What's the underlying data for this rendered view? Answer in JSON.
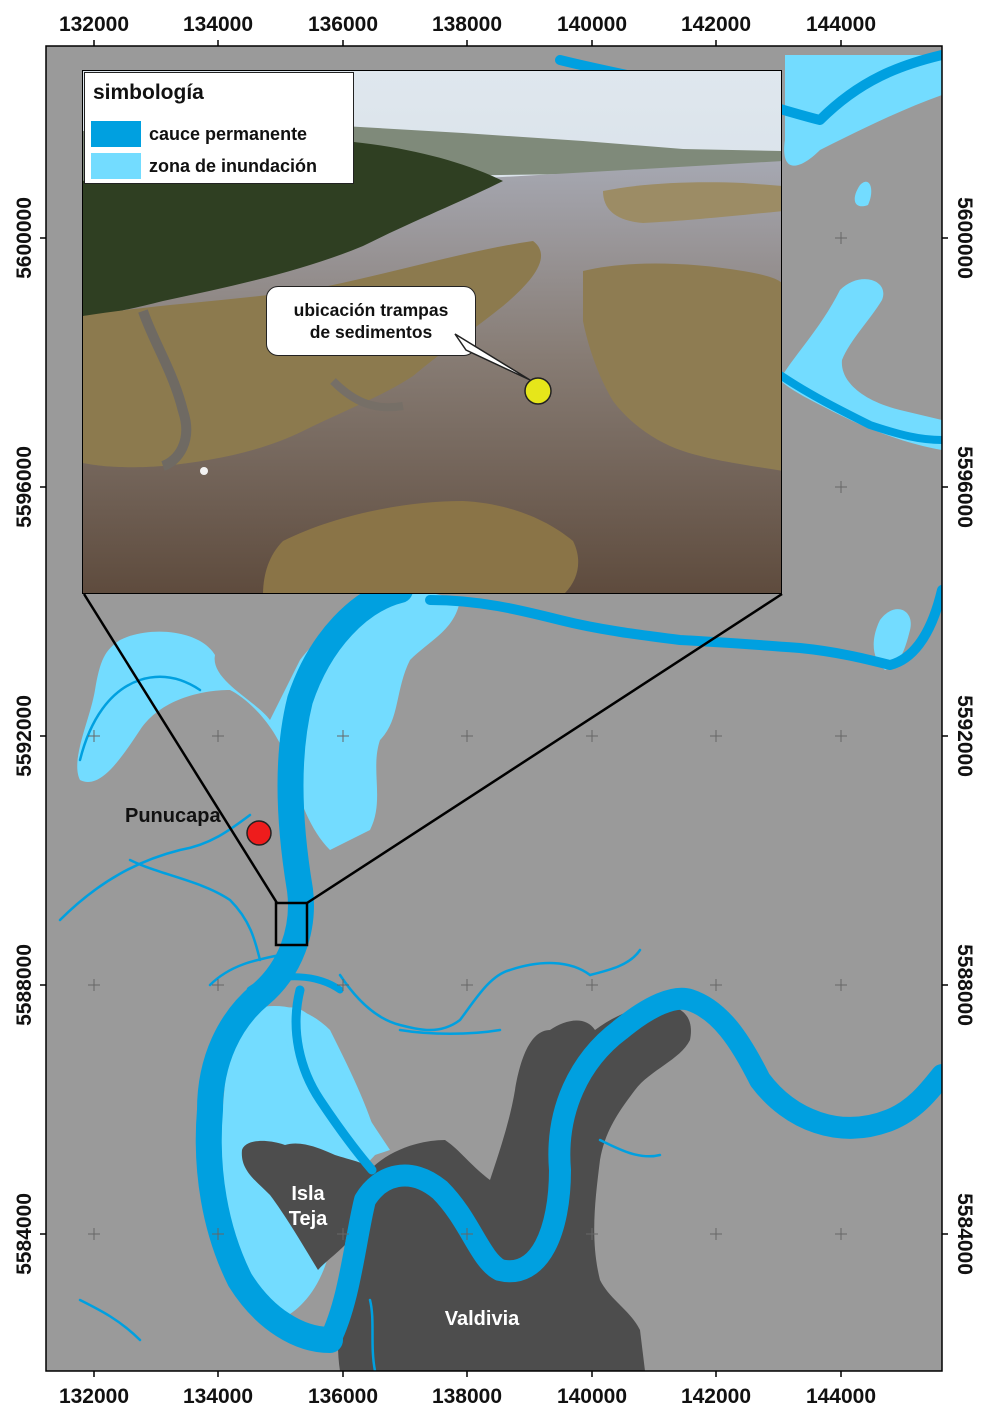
{
  "colors": {
    "background": "#9a9a9a",
    "urban": "#4d4d4d",
    "permanent_channel": "#00a0e0",
    "flood_zone": "#73dcff",
    "punucapa_marker": "#ee1c1c",
    "trap_marker": "#e6e61a"
  },
  "axes": {
    "x_ticks": [
      "132000",
      "134000",
      "136000",
      "138000",
      "140000",
      "142000",
      "144000"
    ],
    "y_ticks": [
      "5600000",
      "5596000",
      "5592000",
      "5588000",
      "5584000"
    ]
  },
  "legend": {
    "title": "simbología",
    "items": [
      {
        "label": "cauce permanente",
        "color": "#00a0e0"
      },
      {
        "label": "zona de inundación",
        "color": "#73dcff"
      }
    ]
  },
  "callout": {
    "line1": "ubicación trampas",
    "line2": "de sedimentos"
  },
  "places": {
    "punucapa": "Punucapa",
    "isla_line1": "Isla",
    "isla_line2": "Teja",
    "valdivia": "Valdivia"
  }
}
